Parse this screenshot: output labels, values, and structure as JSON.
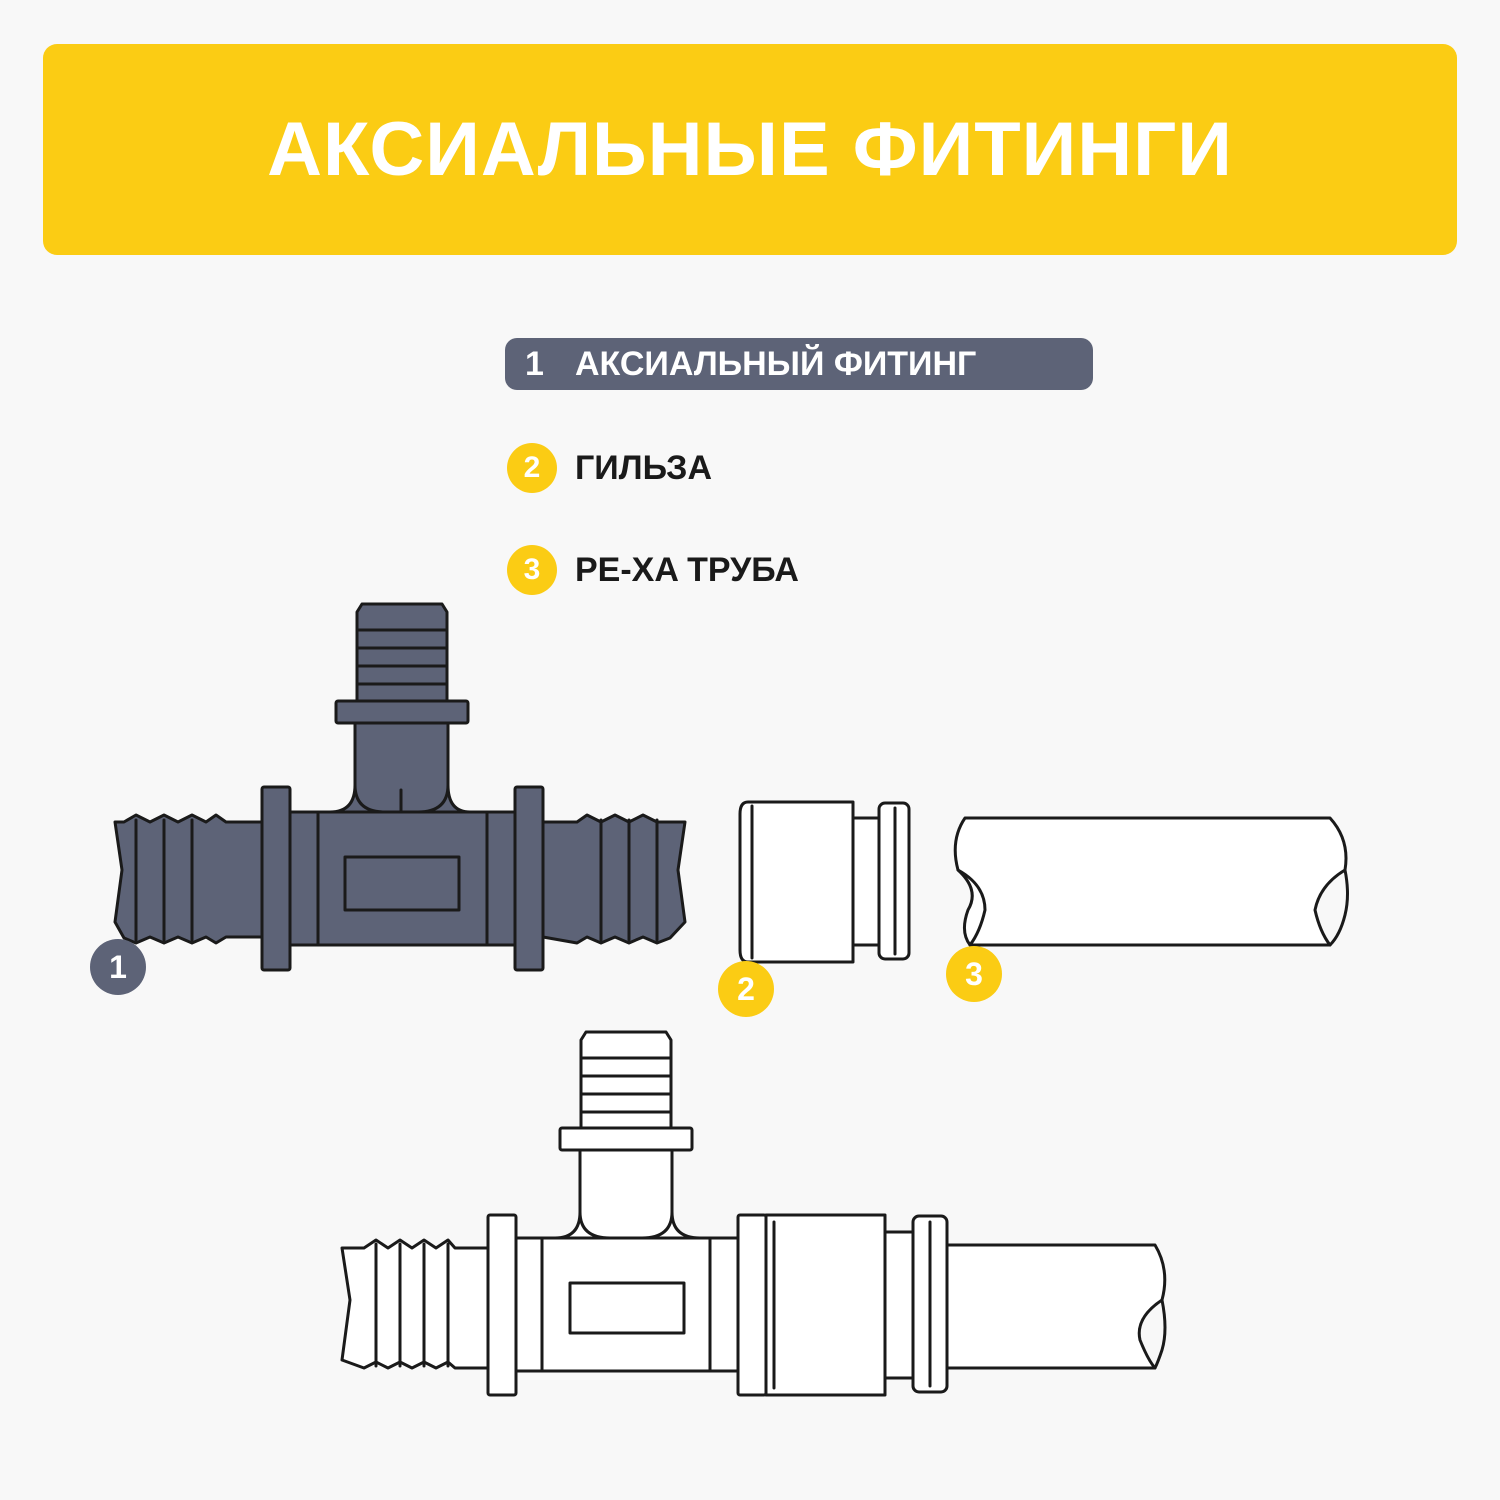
{
  "header": {
    "title": "АКСИАЛЬНЫЕ ФИТИНГИ"
  },
  "legend": [
    {
      "number": "1",
      "label": "АКСИАЛЬНЫЙ ФИТИНГ"
    },
    {
      "number": "2",
      "label": "ГИЛЬЗА"
    },
    {
      "number": "3",
      "label": "PE-XA ТРУБА"
    }
  ],
  "markers": {
    "fitting": "1",
    "sleeve": "2",
    "pipe": "3"
  },
  "colors": {
    "accent": "#fbcc14",
    "slate": "#5d6377",
    "outline": "#1a1a1a"
  },
  "icons": [
    "tee-fitting-icon",
    "sleeve-icon",
    "pipe-icon",
    "assembled-fitting-icon"
  ]
}
